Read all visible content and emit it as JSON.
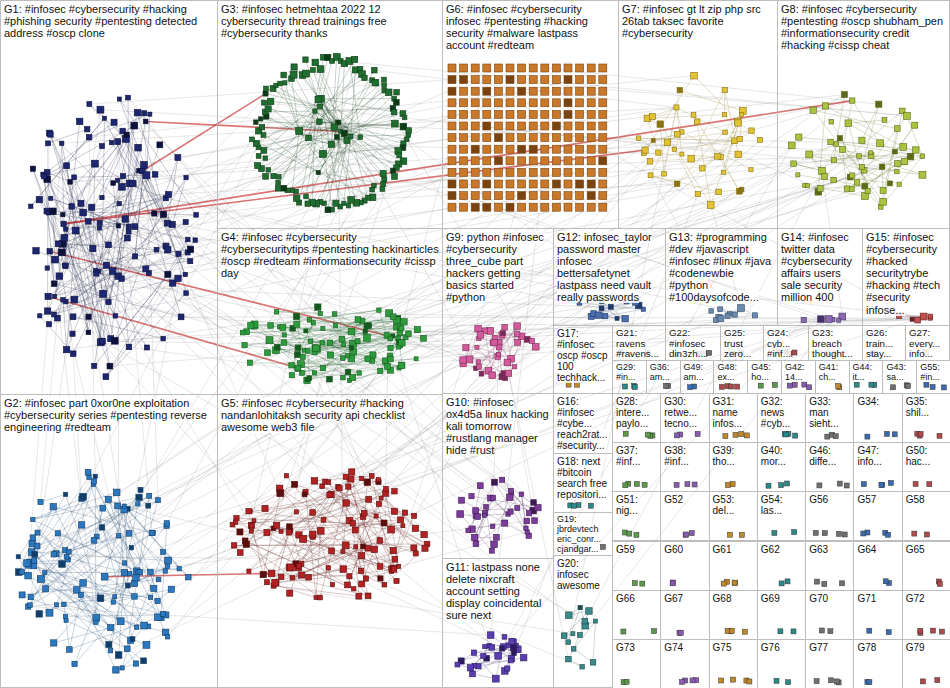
{
  "diagram": {
    "nodes": [
      {
        "text": [
          "G1: #infosec #cybersecurity #hacking #phishing security #pentesting detected address #oscp clone"
        ]
      },
      {
        "text": [
          "G3: #infosec hetmehtaa 2022 12 cybersecurity thread trainings free #cybersecurity thanks"
        ]
      },
      {
        "text": [
          "G6: #infosec #cybersecurity infosec #pentesting #hacking security #malware lastpass account #redteam"
        ]
      },
      {
        "text": [
          "G7: #infosec gt lt zip php src 26tab taksec favorite #cybersecurity"
        ]
      },
      {
        "text": [
          "G8: #infosec #cybersecurity #pentesting #oscp shubham_pen #informationsecurity credit #hacking #cissp cheat"
        ]
      },
      {
        "text": [
          "G4: #infosec #cybersecurity #cybersecuritytips #pentesting hackinarticles #oscp #redteam #informationsecurity #cissp day"
        ]
      },
      {
        "text": [
          "G9: python #infosec #cybersecurity three_cube part hackers getting basics started #python"
        ]
      },
      {
        "text": [
          "G12: infosec_taylor password master infosec bettersafetynet lastpass need vault really passwords"
        ]
      },
      {
        "text": [
          "G13: #programming #dev #javascript #infosec #linux #java #codenewbie #python #100daysofcode..."
        ]
      },
      {
        "text": [
          "G14: #infosec twitter data #cybersecurity affairs users sale security million 400"
        ]
      },
      {
        "text": [
          "G15: #infosec #cybersecurity #hacked securitytrybe #hacking #tech #security infose..."
        ]
      },
      {
        "text": [
          "G17: #infosec oscp #oscp 100 techhack..."
        ]
      },
      {
        "text": [
          "G21: ravens #ravens..."
        ]
      },
      {
        "text": [
          "G22: #infosec din3zh..."
        ]
      },
      {
        "text": [
          "G25: trust zero..."
        ]
      },
      {
        "text": [
          "G24: cyb... #inf..."
        ]
      },
      {
        "text": [
          "G23: breach thought..."
        ]
      },
      {
        "text": [
          "G26: train... stay..."
        ]
      },
      {
        "text": [
          "G27: every... info..."
        ]
      },
      {
        "text": [
          "G29: #in..."
        ]
      },
      {
        "text": [
          "G36: am..."
        ]
      },
      {
        "text": [
          "G49: am..."
        ]
      },
      {
        "text": [
          "G48: ex..."
        ]
      },
      {
        "text": [
          "G45: ho..."
        ]
      },
      {
        "text": [
          "G42: 14..."
        ]
      },
      {
        "text": [
          "G41: ch..."
        ]
      },
      {
        "text": [
          "G44: it..."
        ]
      },
      {
        "text": [
          "G43: sa..."
        ]
      },
      {
        "text": [
          "G55: #in..."
        ]
      },
      {
        "text": [
          "G2: #infosec part 0xor0ne exploitation #cybersecurity series #pentesting reverse engineering #redteam"
        ]
      },
      {
        "text": [
          "G5: #infosec #cybersecurity #hacking nandanlohitaksh security api checklist awesome web3 file"
        ]
      },
      {
        "text": [
          "G10: #infosec ox4d5a linux hacking kali tomorrow #rustlang manager hide #rust"
        ]
      },
      {
        "text": [
          "G16: #infosec #cybe... reach2rat... #security..."
        ]
      },
      {
        "text": [
          "G18: next #bitcoin search free repositori..."
        ]
      },
      {
        "text": [
          "G19: jbrdevtech eric_conr... cjandgar..."
        ]
      },
      {
        "text": [
          "G11: lastpass none delete nixcraft account setting display coincidental sure next"
        ]
      },
      {
        "text": [
          "G20: infosec awesome"
        ]
      },
      {
        "text": [
          "G28: intere... paylo..."
        ]
      },
      {
        "text": [
          "G30: retwe... tecno..."
        ]
      },
      {
        "text": [
          "G31: name infos..."
        ]
      },
      {
        "text": [
          "G32: news #cyb..."
        ]
      },
      {
        "text": [
          "G33: man sieht..."
        ]
      },
      {
        "text": [
          "G34:"
        ]
      },
      {
        "text": [
          "G35: shil..."
        ]
      },
      {
        "text": [
          "G37: #inf..."
        ]
      },
      {
        "text": [
          "G38: #inf..."
        ]
      },
      {
        "text": [
          "G39: tho..."
        ]
      },
      {
        "text": [
          "G40: mor..."
        ]
      },
      {
        "text": [
          "G46: diffe..."
        ]
      },
      {
        "text": [
          "G47: info..."
        ]
      },
      {
        "text": [
          "G50: hac..."
        ]
      },
      {
        "text": [
          "G51: nig..."
        ]
      },
      {
        "text": [
          "G52"
        ]
      },
      {
        "text": [
          "G53: del..."
        ]
      },
      {
        "text": [
          "G54: las..."
        ]
      },
      {
        "text": [
          "G56"
        ]
      },
      {
        "text": [
          "G57"
        ]
      },
      {
        "text": [
          "G58"
        ]
      },
      {
        "text": [
          "G59"
        ]
      },
      {
        "text": [
          "G60"
        ]
      },
      {
        "text": [
          "G61"
        ]
      },
      {
        "text": [
          "G62"
        ]
      },
      {
        "text": [
          "G63"
        ]
      },
      {
        "text": [
          "G64"
        ]
      },
      {
        "text": [
          "G65"
        ]
      },
      {
        "text": [
          "G66"
        ]
      },
      {
        "text": [
          "G67"
        ]
      },
      {
        "text": [
          "G68"
        ]
      },
      {
        "text": [
          "G69"
        ]
      },
      {
        "text": [
          "G70"
        ]
      },
      {
        "text": [
          "G71"
        ]
      },
      {
        "text": [
          "G72"
        ]
      },
      {
        "text": [
          "G73"
        ]
      },
      {
        "text": [
          "G74"
        ]
      },
      {
        "text": [
          "G75"
        ]
      },
      {
        "text": [
          "G76"
        ]
      },
      {
        "text": [
          "G77"
        ]
      },
      {
        "text": [
          "G78"
        ]
      },
      {
        "text": [
          "G79"
        ]
      }
    ]
  }
}
